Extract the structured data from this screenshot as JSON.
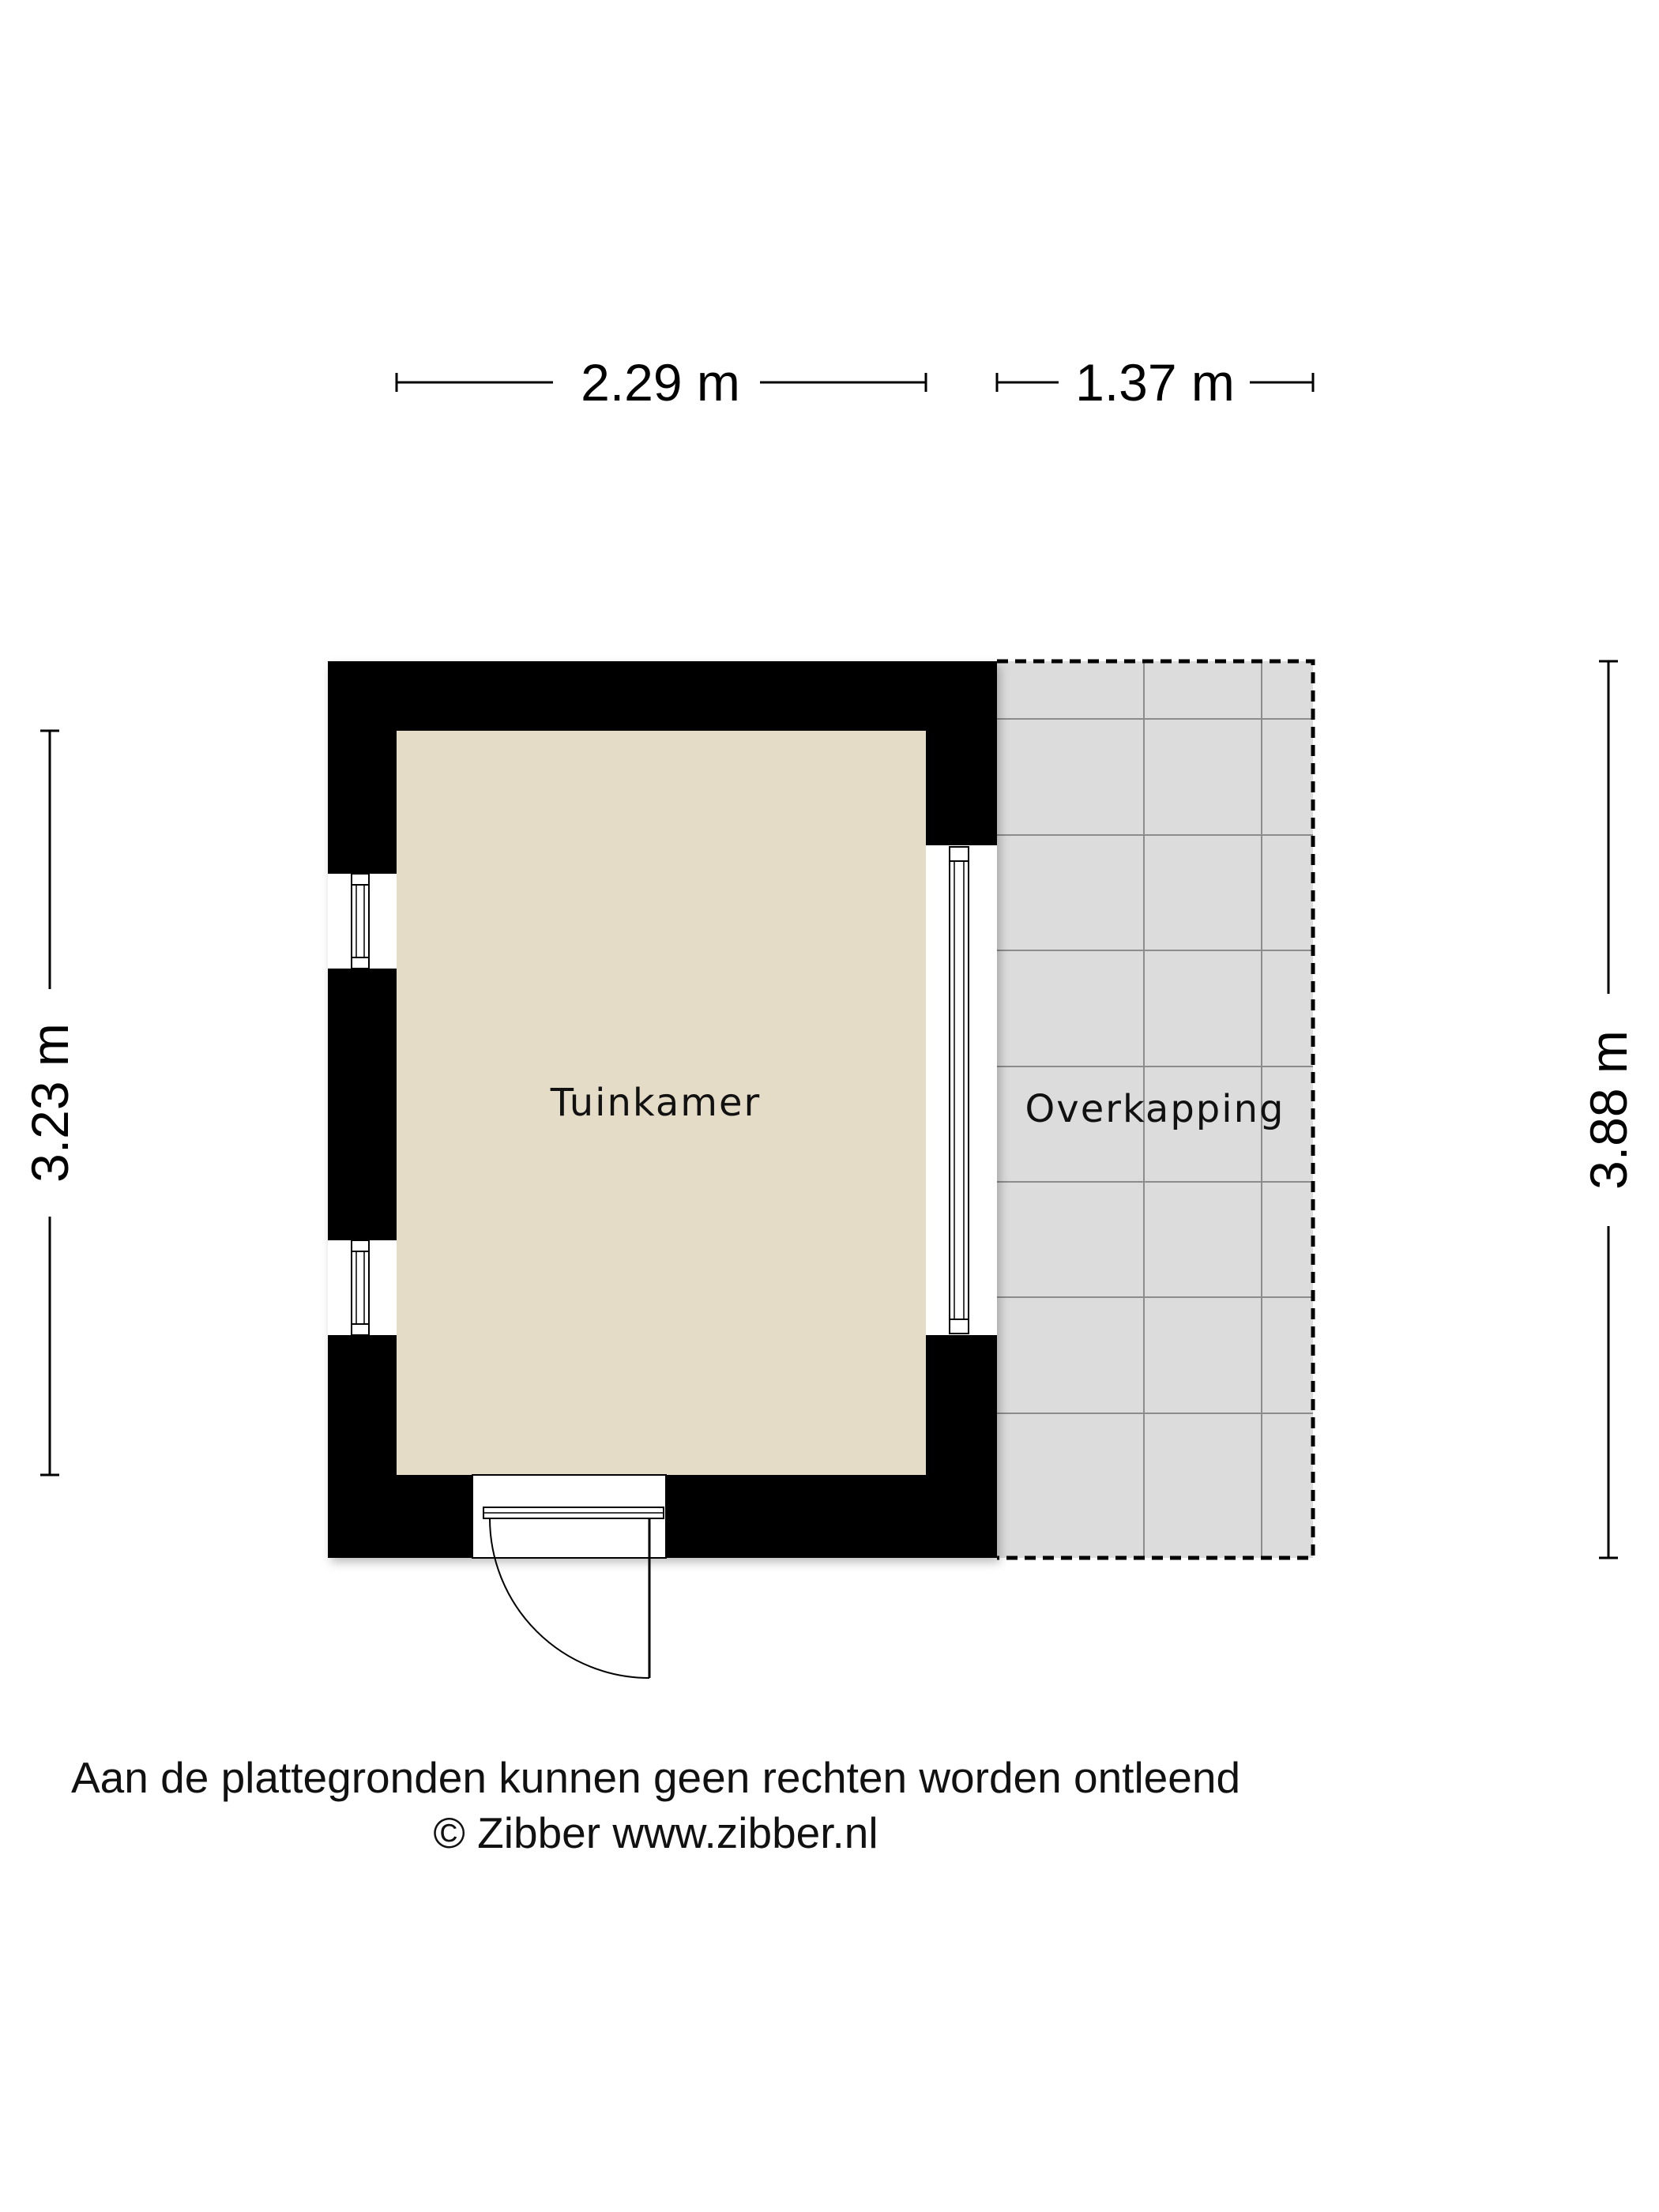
{
  "dimensions": {
    "width_main": "2.29 m",
    "width_overkapping": "1.37 m",
    "height_main": "3.23 m",
    "height_overkapping": "3.88 m"
  },
  "rooms": {
    "main": "Tuinkamer",
    "covered": "Overkapping"
  },
  "footer": {
    "disclaimer": "Aan de plattegronden kunnen geen rechten worden ontleend",
    "copyright": "© Zibber www.zibber.nl"
  },
  "colors": {
    "wall": "#000000",
    "room_fill": "#e4dcc6",
    "overkapping_fill": "#dcdcdc",
    "tile_line": "#8c8c8c"
  }
}
